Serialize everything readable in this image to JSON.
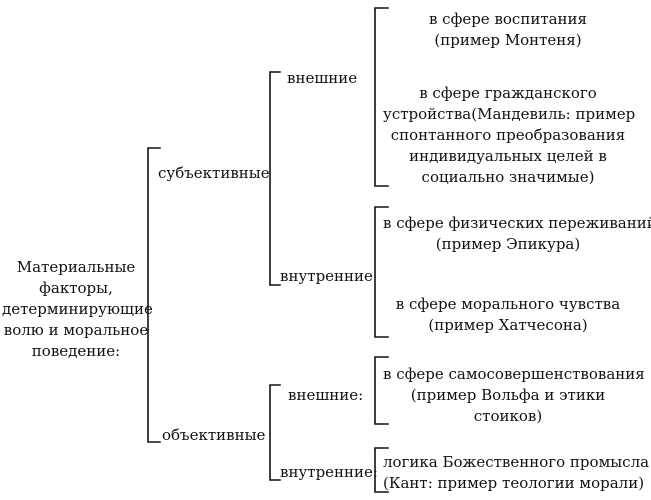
{
  "root": {
    "lines": [
      "Материальные",
      "факторы,",
      "детерминирующие",
      "волю и моральное",
      "поведение:"
    ]
  },
  "subjective": {
    "label": "субъективные",
    "external": {
      "label": "внешние",
      "leaves": [
        {
          "lines": [
            "в сфере воспитания",
            "(пример  Монтеня)"
          ]
        },
        {
          "lines": [
            "в сфере гражданского",
            "устройства(Мандевиль: пример",
            "спонтанного преобразования",
            "индивидуальных целей в",
            "социально значимые)"
          ]
        }
      ]
    },
    "internal": {
      "label": "внутренние",
      "leaves": [
        {
          "lines": [
            "в сфере физических переживаний",
            "(пример Эпикура)"
          ]
        },
        {
          "lines": [
            "в сфере морального чувства",
            "(пример  Хатчесона)"
          ]
        }
      ]
    }
  },
  "objective": {
    "label": "объективные",
    "external": {
      "label": "внешние:",
      "leaves": [
        {
          "lines": [
            "в сфере самосовершенствования",
            "(пример  Вольфа и этики",
            "стоиков)"
          ]
        }
      ]
    },
    "internal": {
      "label": "внутренние:",
      "leaves": [
        {
          "lines": [
            "логика Божественного промысла",
            "(Кант: пример теологии морали)"
          ]
        }
      ]
    }
  }
}
